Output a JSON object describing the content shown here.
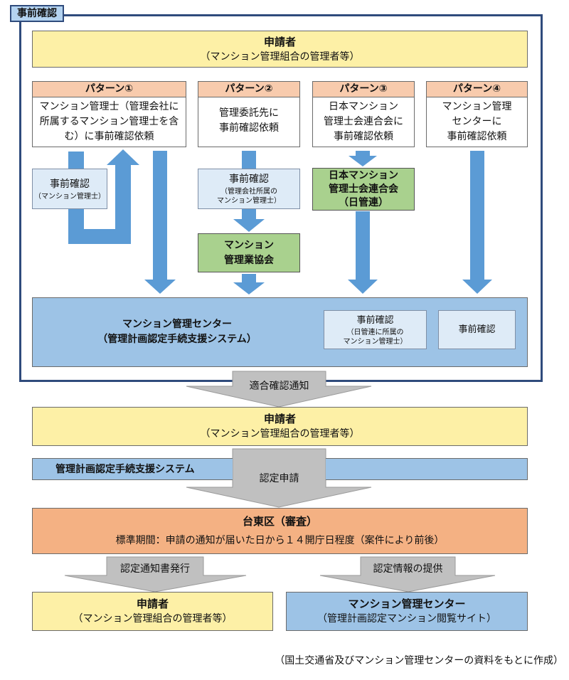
{
  "frame_label": "事前確認",
  "applicant_top": {
    "title": "申請者",
    "subtitle": "（マンション管理組合の管理者等）"
  },
  "patterns": [
    {
      "header": "パターン①",
      "lines": [
        "マンション管理士（管理会社に",
        "所属するマンション管理士を含",
        "む）に事前確認依頼"
      ]
    },
    {
      "header": "パターン②",
      "lines": [
        "管理委託先に",
        "事前確認依頼"
      ]
    },
    {
      "header": "パターン③",
      "lines": [
        "日本マンション",
        "管理士会連合会に",
        "事前確認依頼"
      ]
    },
    {
      "header": "パターン④",
      "lines": [
        "マンション管理",
        "センターに",
        "事前確認依頼"
      ]
    }
  ],
  "p1_check": {
    "title": "事前確認",
    "sub": "（マンション管理士）"
  },
  "p2_check": {
    "title": "事前確認",
    "sub1": "（管理会社所属の",
    "sub2": "マンション管理士）"
  },
  "p2_assoc": {
    "line1": "マンション",
    "line2": "管理業協会"
  },
  "p3_assoc": {
    "line1": "日本マンション",
    "line2": "管理士会連合会",
    "line3": "（日管連）"
  },
  "center": {
    "title": "マンション管理センター",
    "subtitle": "（管理計画認定手続支援システム）"
  },
  "p3_check": {
    "title": "事前確認",
    "sub1": "（日管連に所属の",
    "sub2": "マンション管理士）"
  },
  "p4_check": {
    "title": "事前確認"
  },
  "arrow_notice": "適合確認通知",
  "applicant_mid": {
    "title": "申請者",
    "subtitle": "（マンション管理組合の管理者等）"
  },
  "system_bar": "管理計画認定手続支援システム",
  "arrow_apply": "認定申請",
  "taito": {
    "title": "台東区（審査）",
    "subtitle": "標準期間：申請の通知が届いた日から１４開庁日程度（案件により前後）"
  },
  "arrow_issue": "認定通知書発行",
  "arrow_info": "認定情報の提供",
  "applicant_bottom": {
    "title": "申請者",
    "subtitle": "（マンション管理組合の管理者等）"
  },
  "center_bottom": {
    "title": "マンション管理センター",
    "subtitle": "（管理計画認定マンション閲覧サイト）"
  },
  "source_note": "（国土交通省及びマンション管理センターの資料をもとに作成）",
  "colors": {
    "frame": "#2f4b7c",
    "arrow_blue": "#5b9bd5",
    "arrow_gray": "#c0c0c0",
    "yellow": "#fdf0a6",
    "blue": "#9dc3e6",
    "green": "#a9d18e",
    "orange": "#f4b183"
  }
}
